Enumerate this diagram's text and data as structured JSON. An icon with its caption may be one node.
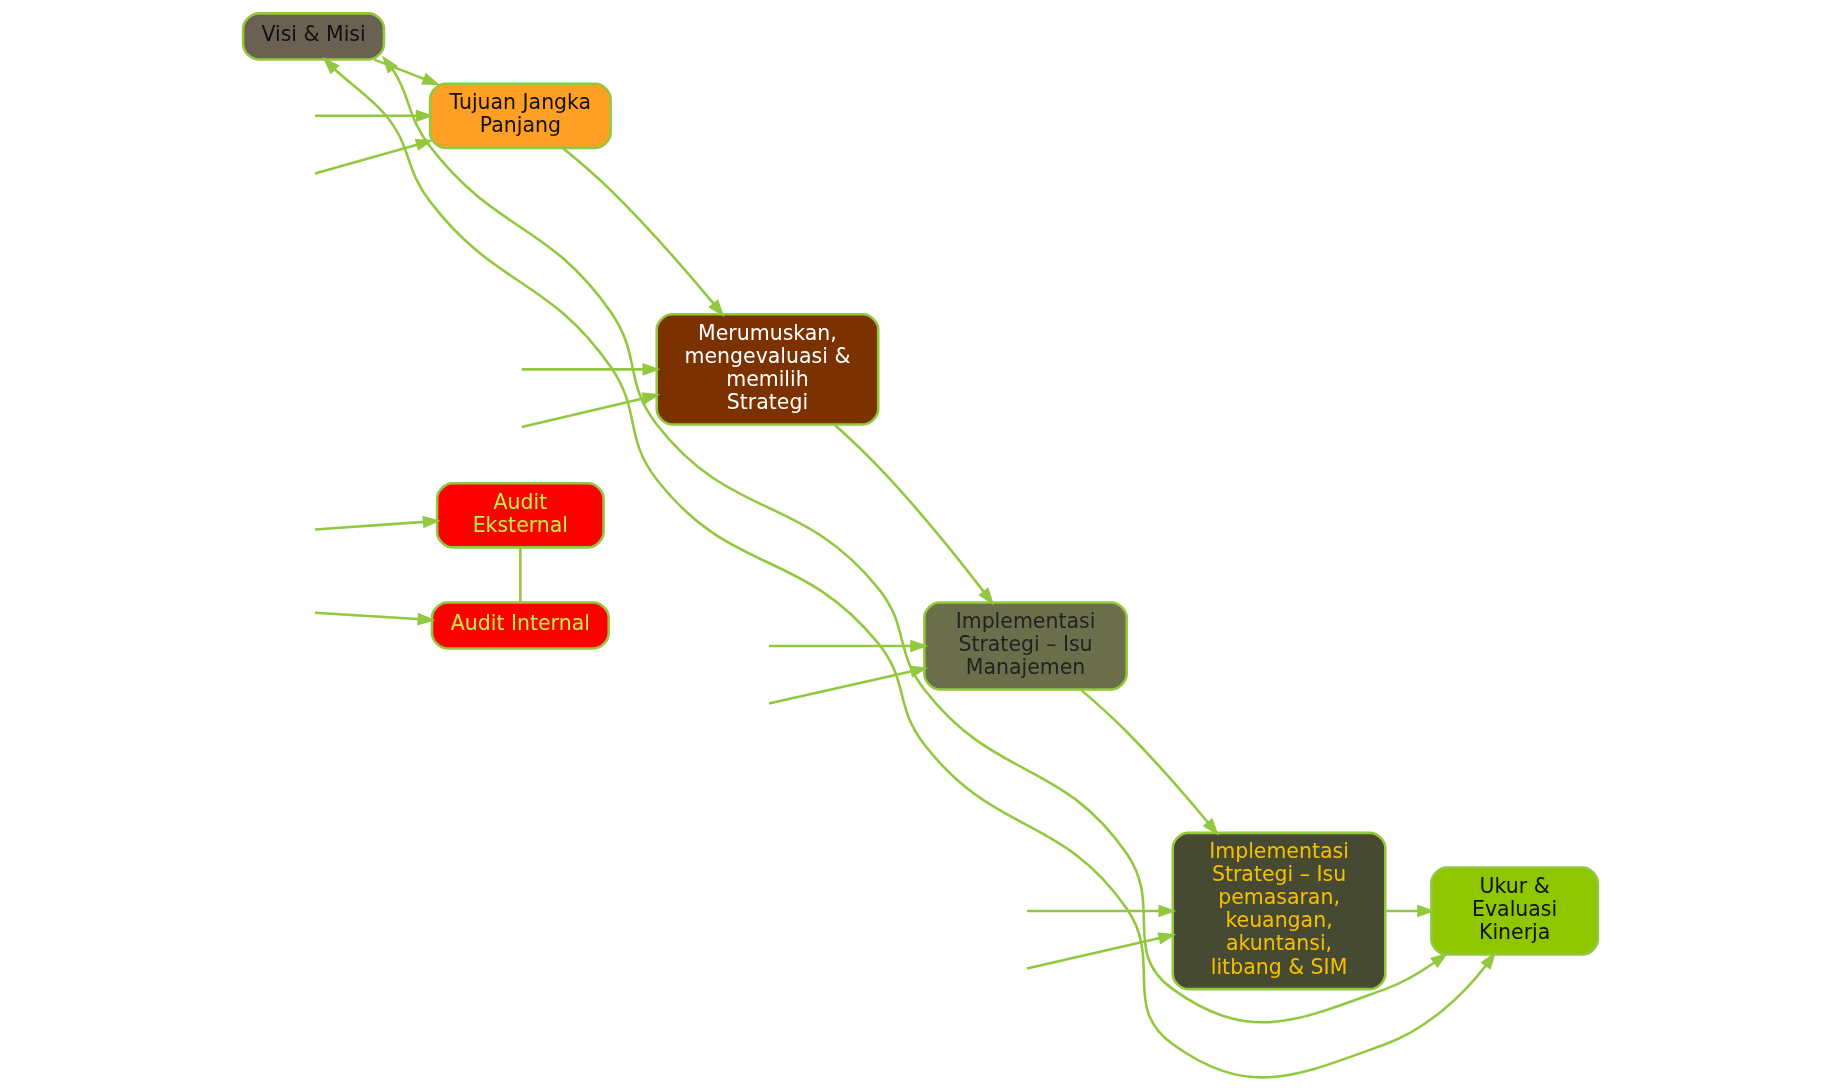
{
  "diagram": {
    "nodes": [
      {
        "text": [
          "Audit Eksternal"
        ]
      },
      {
        "text": [
          "Visi & Misi"
        ]
      },
      {
        "text": [
          "Tujuan Jangka Panjang"
        ]
      },
      {
        "text": [
          "Merumuskan, mengevaluasi & memilih Strategi"
        ]
      },
      {
        "text": [
          "Implementasi Strategi – Isu Manajemen"
        ]
      },
      {
        "text": [
          "Implementasi Strategi – Isu pemasaran, keuangan, akuntansi, litbang & SIM"
        ]
      },
      {
        "text": [
          "Ukur & Evaluasi Kinerja"
        ]
      },
      {
        "text": [
          "Audit Internal"
        ]
      }
    ],
    "edges": [
      {
        "from": 1,
        "to": 2,
        "arrow": "to"
      },
      {
        "from": 2,
        "to": 3,
        "arrow": "to"
      },
      {
        "from": 3,
        "to": 4,
        "arrow": "to"
      },
      {
        "from": 4,
        "to": 5,
        "arrow": "to"
      },
      {
        "from": 5,
        "to": 6,
        "arrow": "to"
      },
      {
        "from": 0,
        "to": 7,
        "arrow": "none"
      },
      {
        "from": 1,
        "to": 6,
        "arrow": "both"
      },
      {
        "from": 1,
        "to": 6,
        "arrow": "both"
      },
      {
        "from": null,
        "to": 0,
        "arrow": "to"
      },
      {
        "from": null,
        "to": 2,
        "arrow": "to"
      },
      {
        "from": null,
        "to": 3,
        "arrow": "to"
      },
      {
        "from": null,
        "to": 4,
        "arrow": "to"
      },
      {
        "from": null,
        "to": 5,
        "arrow": "to"
      },
      {
        "from": null,
        "to": 7,
        "arrow": "to"
      },
      {
        "from": null,
        "to": 2,
        "arrow": "to"
      },
      {
        "from": null,
        "to": 3,
        "arrow": "to"
      },
      {
        "from": null,
        "to": 4,
        "arrow": "to"
      },
      {
        "from": null,
        "to": 5,
        "arrow": "to"
      }
    ]
  }
}
